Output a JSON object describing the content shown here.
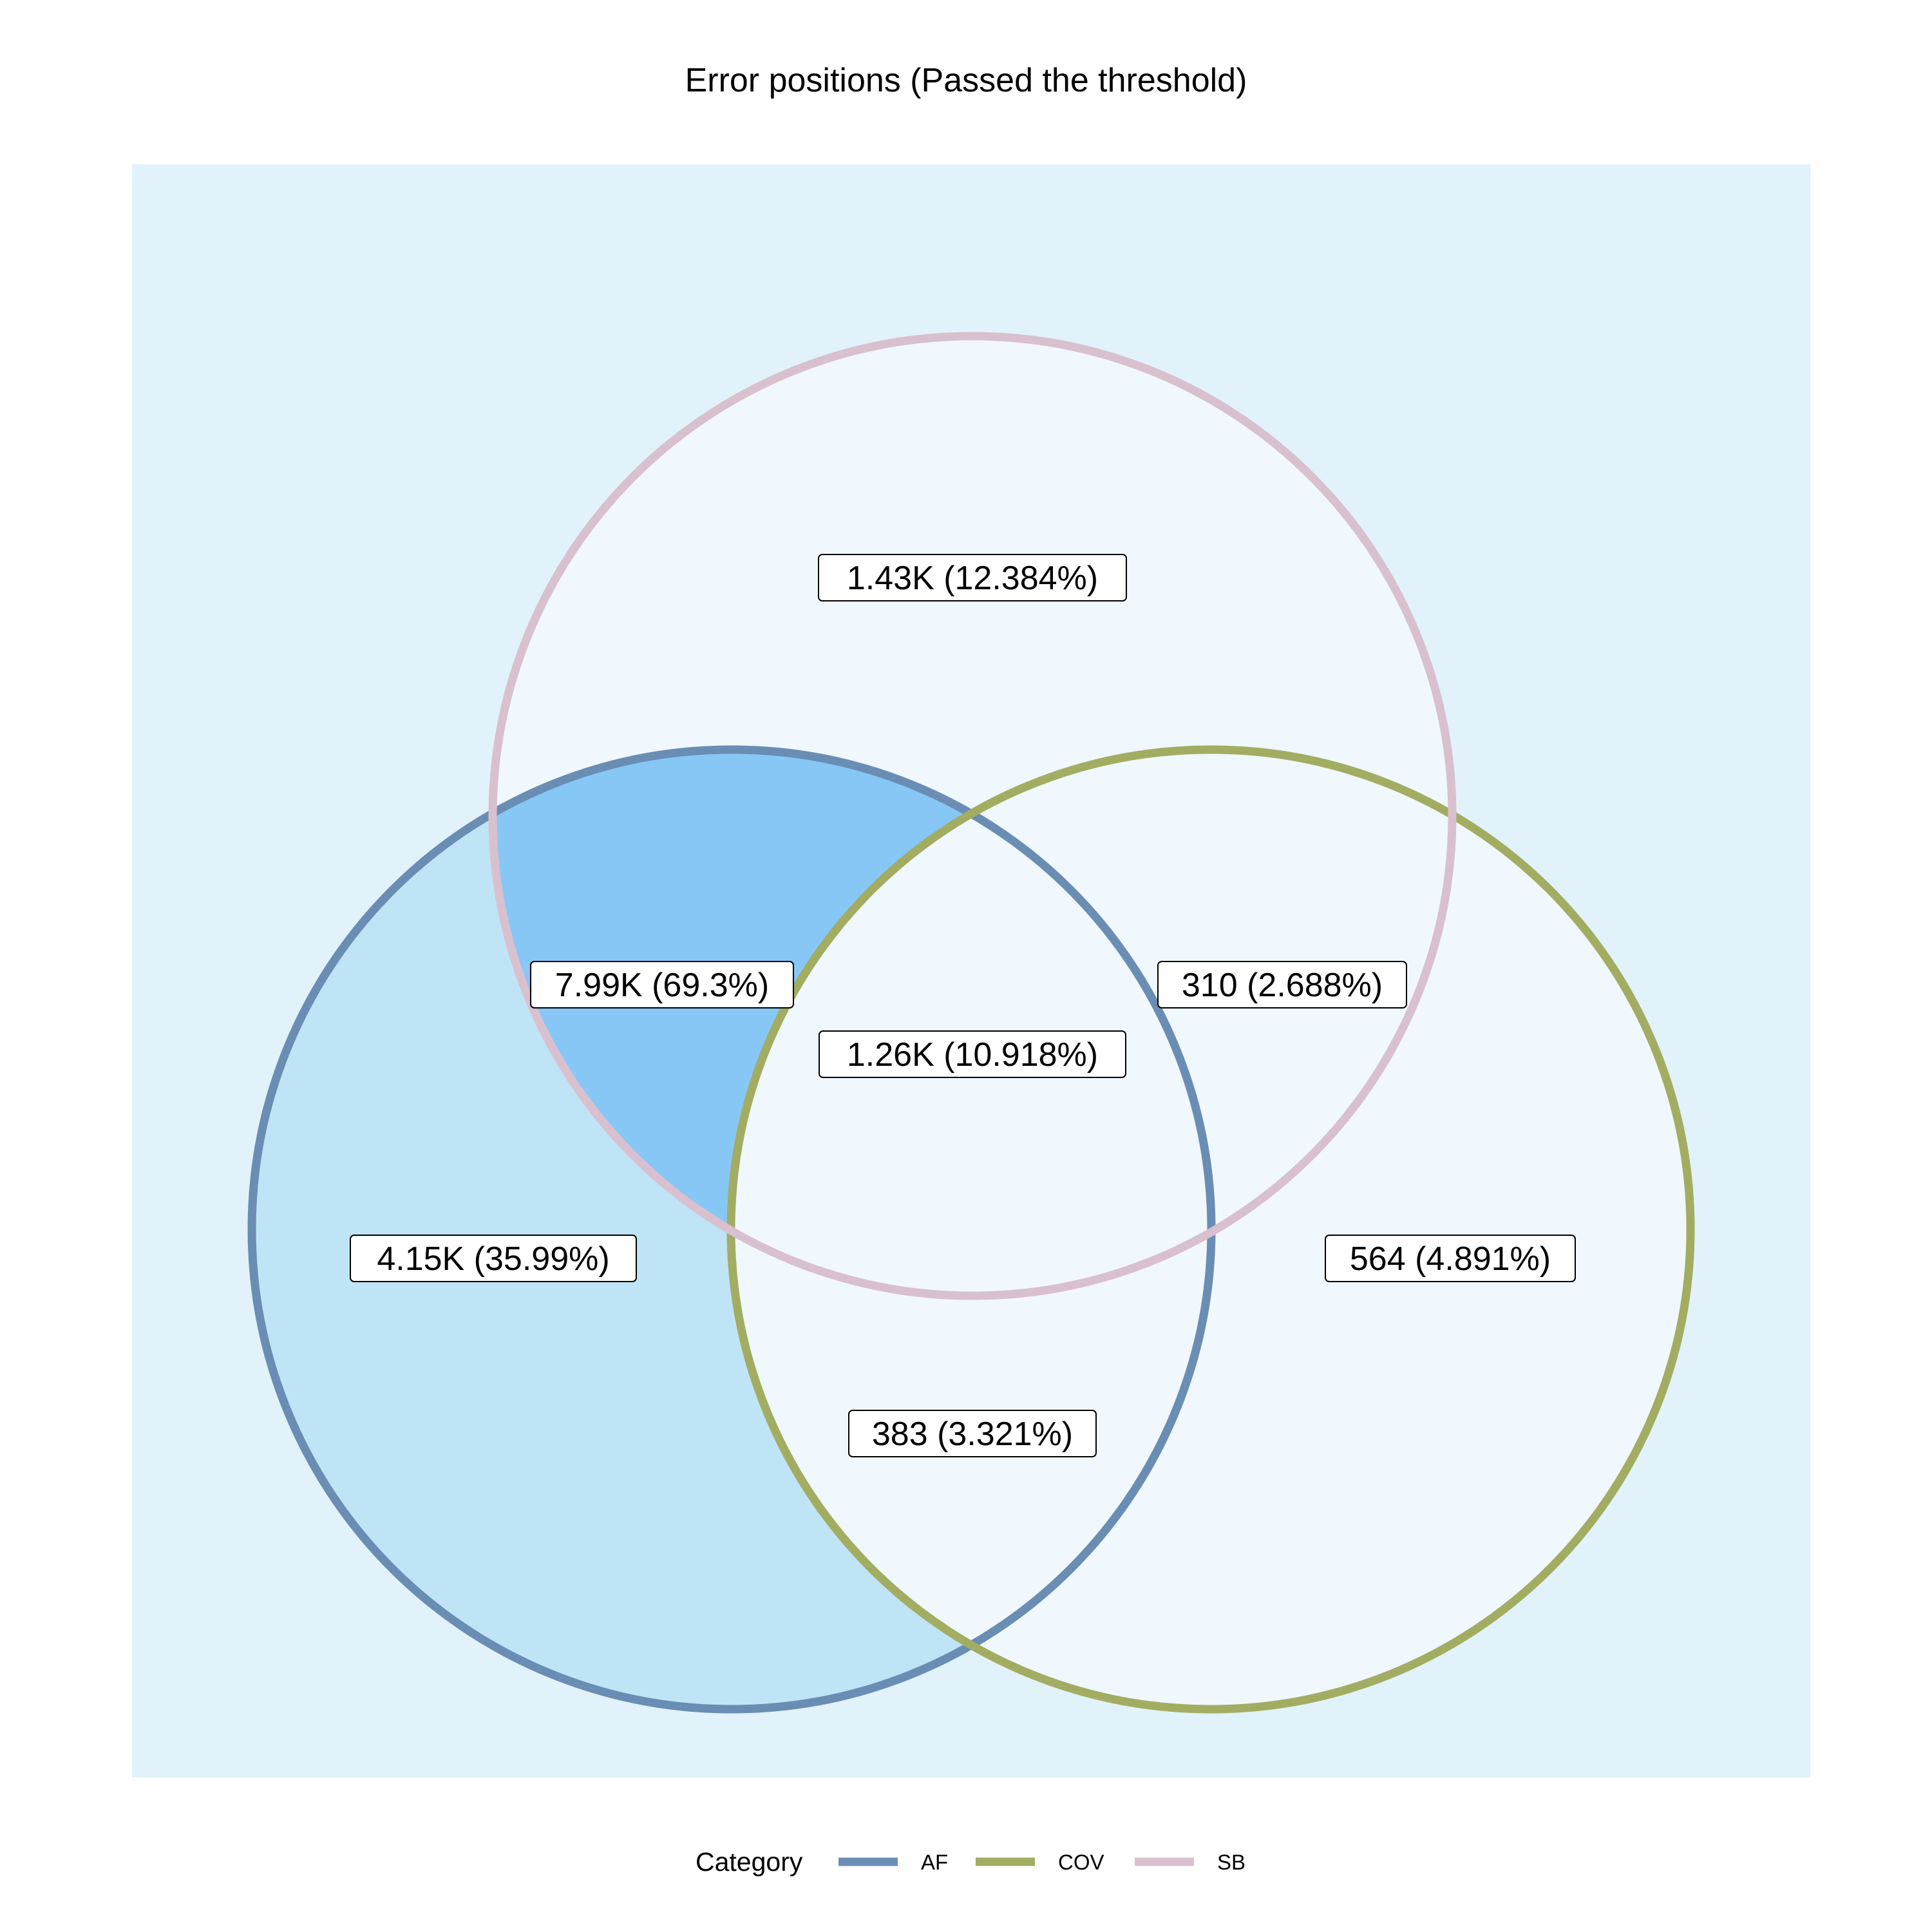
{
  "title": "Error positions (Passed the threshold)",
  "colors": {
    "panel_background": "#e1f2fa",
    "circle_fill": "#f0f8fd",
    "af_only_fill": "#bfe4f6",
    "af_sb_fill": "#87c7f6",
    "label_box_fill": "#ffffff",
    "label_box_border": "#000000"
  },
  "sets": [
    {
      "id": "AF",
      "name": "AF",
      "color": "#6a8db4"
    },
    {
      "id": "COV",
      "name": "COV",
      "color": "#a3ad62"
    },
    {
      "id": "SB",
      "name": "SB",
      "color": "#d9c0cf"
    }
  ],
  "regions": [
    {
      "id": "sb-only",
      "sets": [
        "SB"
      ],
      "label": "1.43K (12.384%)"
    },
    {
      "id": "af-sb",
      "sets": [
        "AF",
        "SB"
      ],
      "label": "7.99K (69.3%)"
    },
    {
      "id": "cov-sb",
      "sets": [
        "COV",
        "SB"
      ],
      "label": "310 (2.688%)"
    },
    {
      "id": "af-cov-sb",
      "sets": [
        "AF",
        "COV",
        "SB"
      ],
      "label": "1.26K (10.918%)"
    },
    {
      "id": "af-only",
      "sets": [
        "AF"
      ],
      "label": "4.15K (35.99%)"
    },
    {
      "id": "cov-only",
      "sets": [
        "COV"
      ],
      "label": "564 (4.891%)"
    },
    {
      "id": "af-cov",
      "sets": [
        "AF",
        "COV"
      ],
      "label": "383 (3.321%)"
    }
  ],
  "legend": {
    "title": "Category",
    "items": [
      {
        "label": "AF",
        "color": "#6a8db4"
      },
      {
        "label": "COV",
        "color": "#a3ad62"
      },
      {
        "label": "SB",
        "color": "#d9c0cf"
      }
    ]
  }
}
